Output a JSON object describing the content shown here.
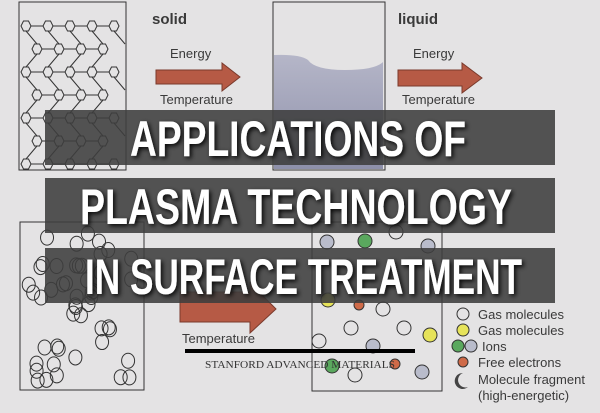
{
  "diagram": {
    "state_solid": "solid",
    "state_liquid": "liquid",
    "arrow_energy_1": "Energy",
    "arrow_temp_1": "Temperature",
    "arrow_energy_2": "Energy",
    "arrow_temp_2": "Temperature",
    "arrow_temp_3": "Temperature",
    "legend": {
      "gas_molecules_1": "Gas molecules",
      "gas_molecules_2": "Gas molecules",
      "ions": "Ions",
      "free_electrons": "Free electrons",
      "fragment_1": "Molecule fragment",
      "fragment_2": "(high-energetic)"
    }
  },
  "title": {
    "line1": "APPLICATIONS OF",
    "line2": "PLASMA TECHNOLOGY",
    "line3": "IN SURFACE TREATMENT"
  },
  "credit": "STANFORD ADVANCED MATERIALS",
  "colors": {
    "arrow": "#b65a45",
    "band": "#4a4a4a",
    "ion": "#b9bccb",
    "green": "#5aa85e",
    "yellow": "#e6e35a",
    "electron": "#cf6a48"
  }
}
